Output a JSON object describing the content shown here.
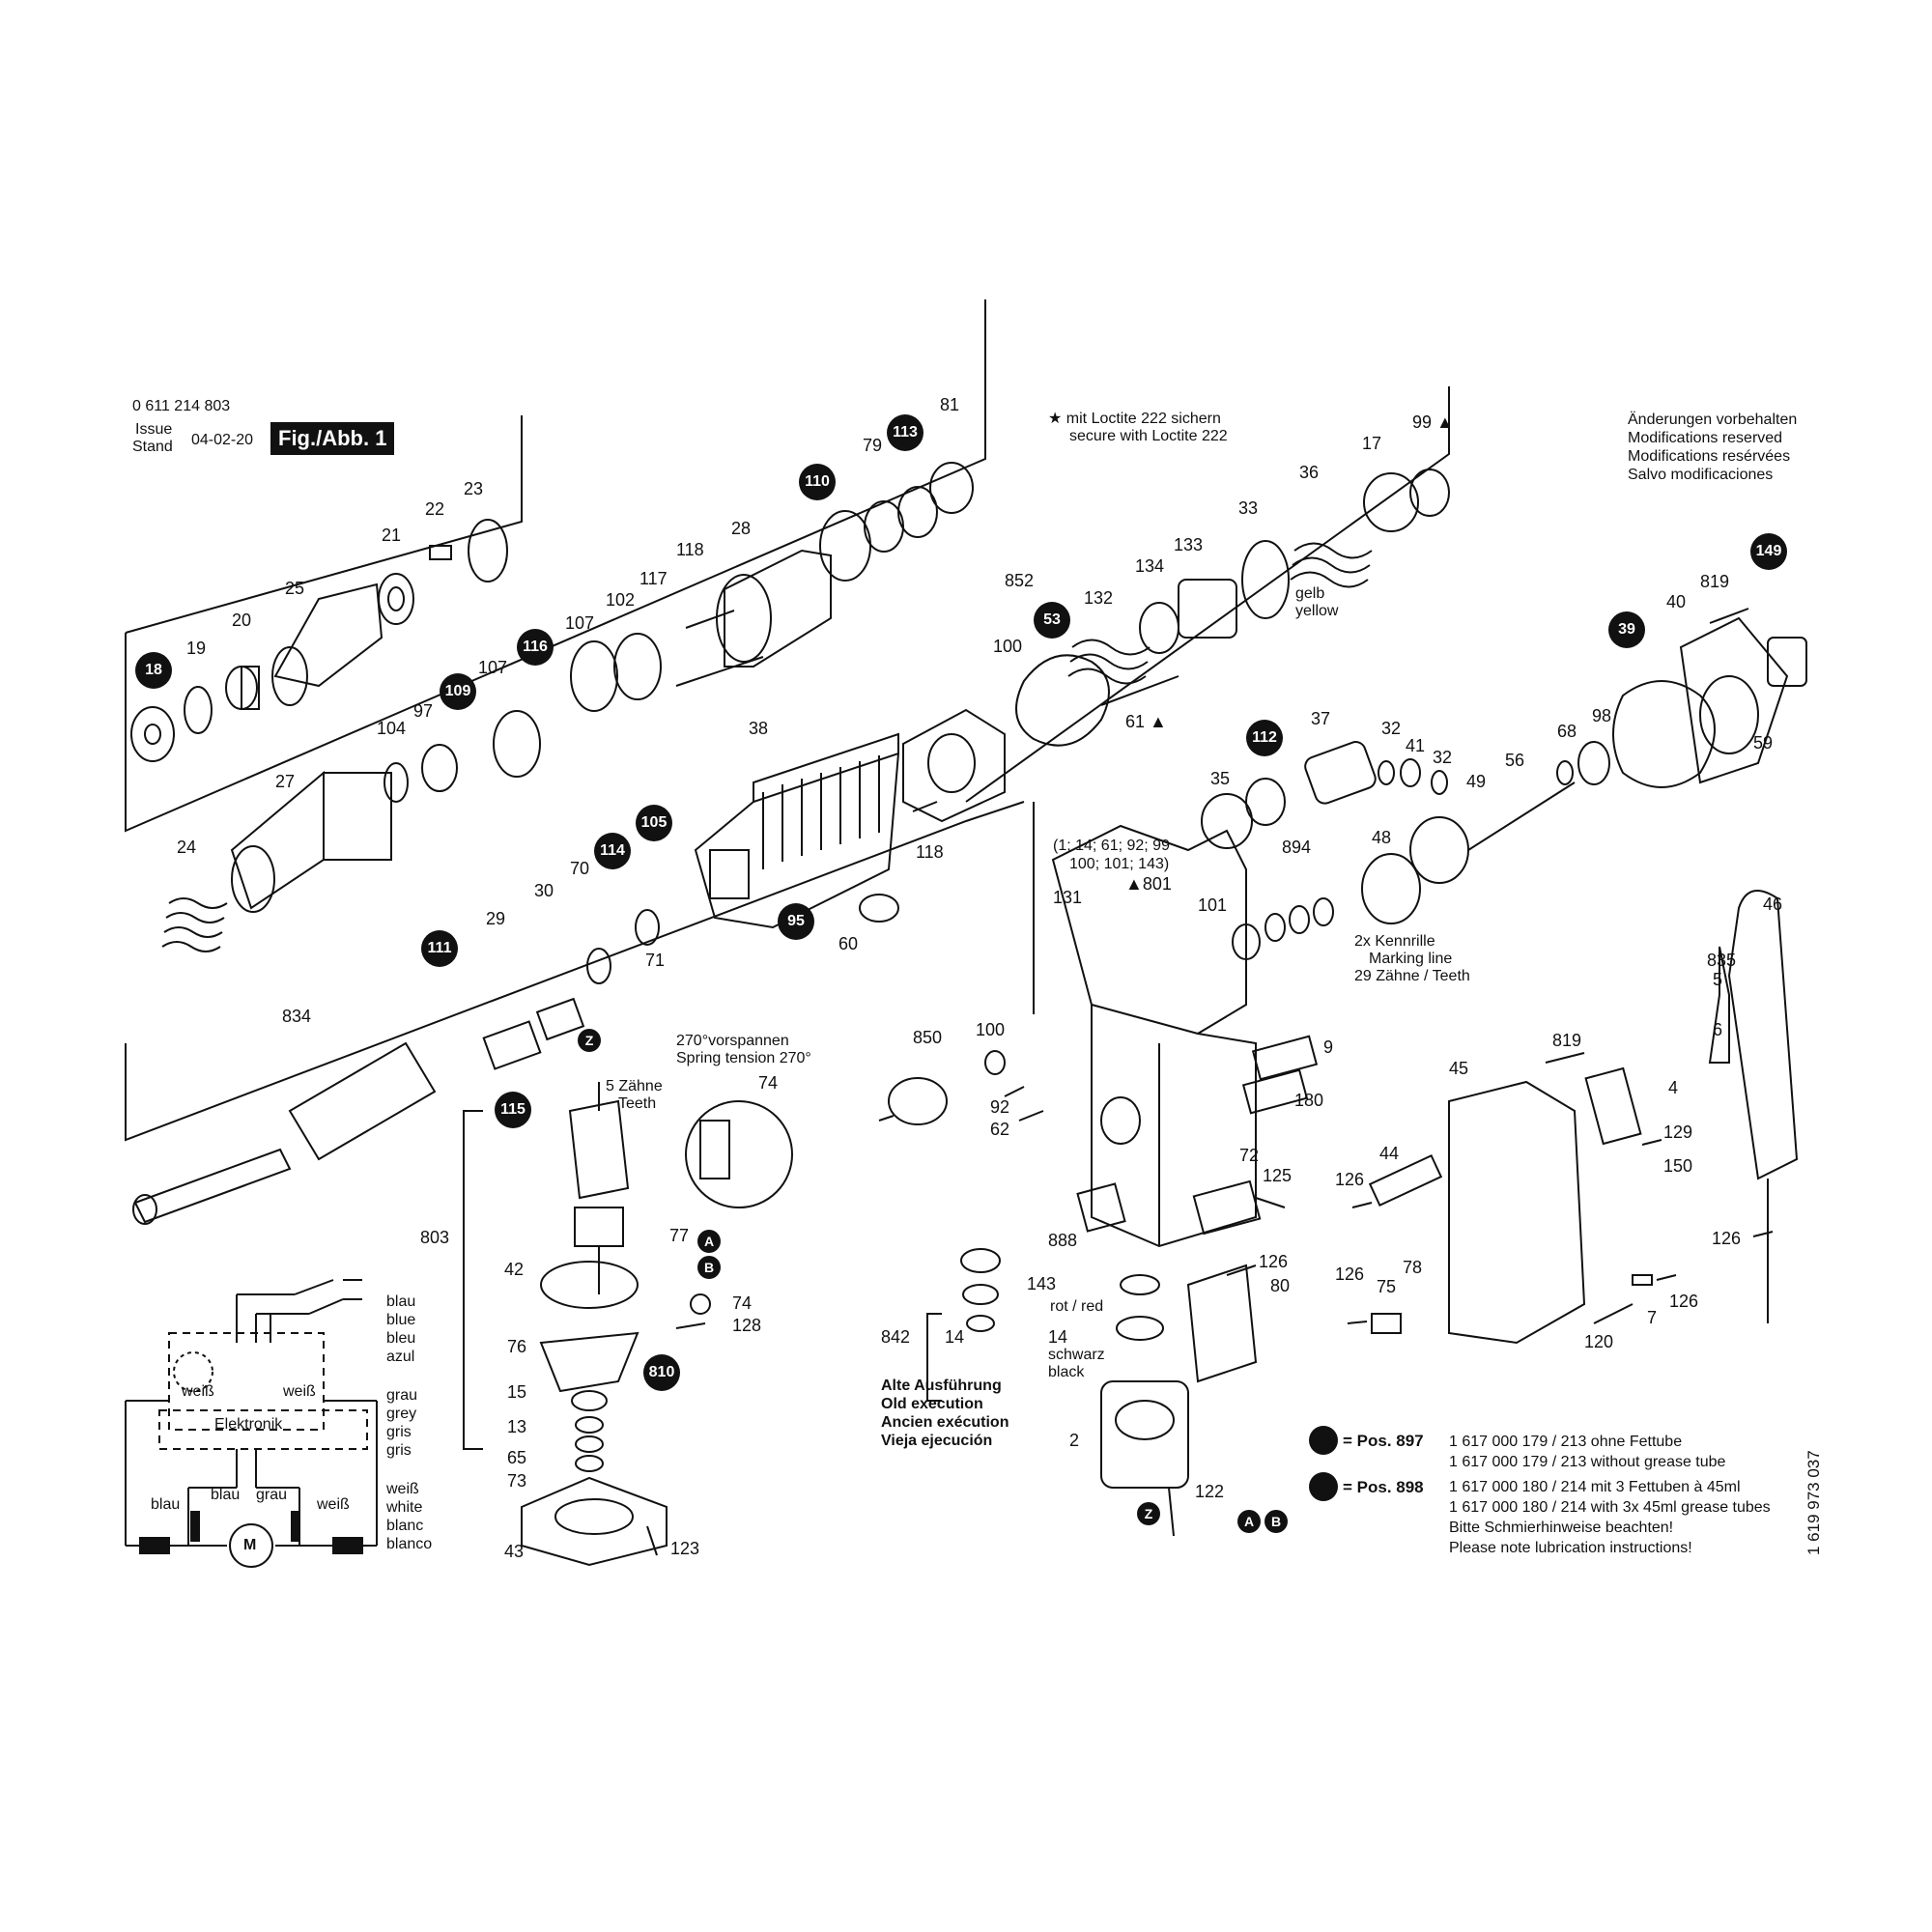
{
  "header": {
    "doc_number": "0 611 214 803",
    "issue_label": "Issue",
    "stand_label": "Stand",
    "date": "04-02-20",
    "figure": "Fig./Abb. 1"
  },
  "notes": {
    "loctite_de": "★ mit Loctite 222 sichern",
    "loctite_en": "secure with Loctite 222",
    "modifications": [
      "Änderungen vorbehalten",
      "Modifications reserved",
      "Modifications resérvées",
      "Salvo modificaciones"
    ]
  },
  "badges": {
    "b18": "18",
    "b109": "109",
    "b116": "116",
    "b110": "110",
    "b113": "113",
    "b53": "53",
    "b105": "105",
    "b114": "114",
    "b111": "111",
    "b95": "95",
    "b112": "112",
    "b39": "39",
    "b149": "149",
    "b115": "115",
    "b810": "810"
  },
  "callouts": {
    "n19": "19",
    "n20": "20",
    "n25": "25",
    "n21": "21",
    "n22": "22",
    "n23": "23",
    "n27": "27",
    "n24": "24",
    "n104": "104",
    "n97": "97",
    "n107a": "107",
    "n107b": "107",
    "n102": "102",
    "n117": "117",
    "n118a": "118",
    "n28": "28",
    "n79": "79",
    "n81": "81",
    "n852": "852",
    "n100a": "100",
    "n132": "132",
    "n134": "134",
    "n133": "133",
    "n33": "33",
    "n36": "36",
    "n17": "17",
    "n99": "99 ▲",
    "n61": "61 ▲",
    "n38": "38",
    "n118b": "118",
    "n29": "29",
    "n30": "30",
    "n70": "70",
    "n71": "71",
    "n60": "60",
    "n834": "834",
    "n35": "35",
    "n37": "37",
    "n32a": "32",
    "n41": "41",
    "n32b": "32",
    "n49": "49",
    "n56": "56",
    "n68": "68",
    "n98": "98",
    "n40": "40",
    "n819a": "819",
    "n59": "59",
    "n48": "48",
    "n894": "894",
    "n101": "101",
    "n131": "131",
    "n801": "▲801",
    "n850": "850",
    "n100b": "100",
    "n92": "92",
    "n62": "62",
    "n9": "9",
    "n180": "180",
    "n72": "72",
    "n125": "125",
    "n888": "888",
    "n74a": "74",
    "n803": "803",
    "n77": "77",
    "n42": "42",
    "n74b": "74",
    "n128": "128",
    "n76": "76",
    "n15": "15",
    "n13": "13",
    "n65": "65",
    "n73": "73",
    "n43": "43",
    "n123": "123",
    "n143": "143",
    "n842": "842",
    "n14a": "14",
    "n14b": "14",
    "n126a": "126",
    "n80": "80",
    "n2": "2",
    "n122": "122",
    "n46": "46",
    "n835": "835",
    "n5": "5",
    "n6": "6",
    "n819b": "819",
    "n45": "45",
    "n4": "4",
    "n129": "129",
    "n150": "150",
    "n44": "44",
    "n126b": "126",
    "n126c": "126",
    "n75": "75",
    "n78": "78",
    "n126d": "126",
    "n126e": "126",
    "n7": "7",
    "n120": "120"
  },
  "annotations": {
    "gelb": "gelb",
    "yellow": "yellow",
    "kennrille_de": "2x Kennrille",
    "kennrille_en": "Marking line",
    "zaehne": "29 Zähne / Teeth",
    "housing_set": [
      "(1; 14; 61; 92; 99",
      "100; 101; 143)"
    ],
    "spring_de": "270°vorspannen",
    "spring_en": "Spring tension 270°",
    "teeth5_de": "5 Zähne",
    "teeth5_en": "Teeth",
    "rot_red": "rot / red",
    "schwarz": "schwarz",
    "black": "black",
    "old_execution": [
      "Alte Ausführung",
      "Old execution",
      "Ancien exécution",
      "Vieja ejecución"
    ],
    "z_top": "Z",
    "z_bottom": "Z",
    "a1": "A",
    "b1": "B",
    "a2": "A",
    "b2": "B"
  },
  "wiring": {
    "right_blau": [
      "blau",
      "blue",
      "bleu",
      "azul"
    ],
    "right_grau": [
      "grau",
      "grey",
      "gris",
      "gris"
    ],
    "right_weiss": [
      "weiß",
      "white",
      "blanc",
      "blanco"
    ],
    "weiss_left": "weiß",
    "weiss_right": "weiß",
    "elektronik": "Elektronik",
    "blau_left": "blau",
    "blau_inner": "blau",
    "grau_inner": "grau",
    "weiss_bottom": "weiß",
    "motor": "M"
  },
  "grease_legend": {
    "pos897": "= Pos. 897",
    "pos898": "= Pos. 898",
    "lines": [
      "1 617 000 179 / 213 ohne Fettube",
      "1 617 000 179 / 213 without grease tube",
      "1 617 000 180 / 214 mit 3 Fettuben à 45ml",
      "1 617 000 180 / 214 with 3x 45ml grease tubes",
      "Bitte Schmierhinweise beachten!",
      "Please note lubrication instructions!"
    ]
  },
  "side_number": "1 619 973 037"
}
